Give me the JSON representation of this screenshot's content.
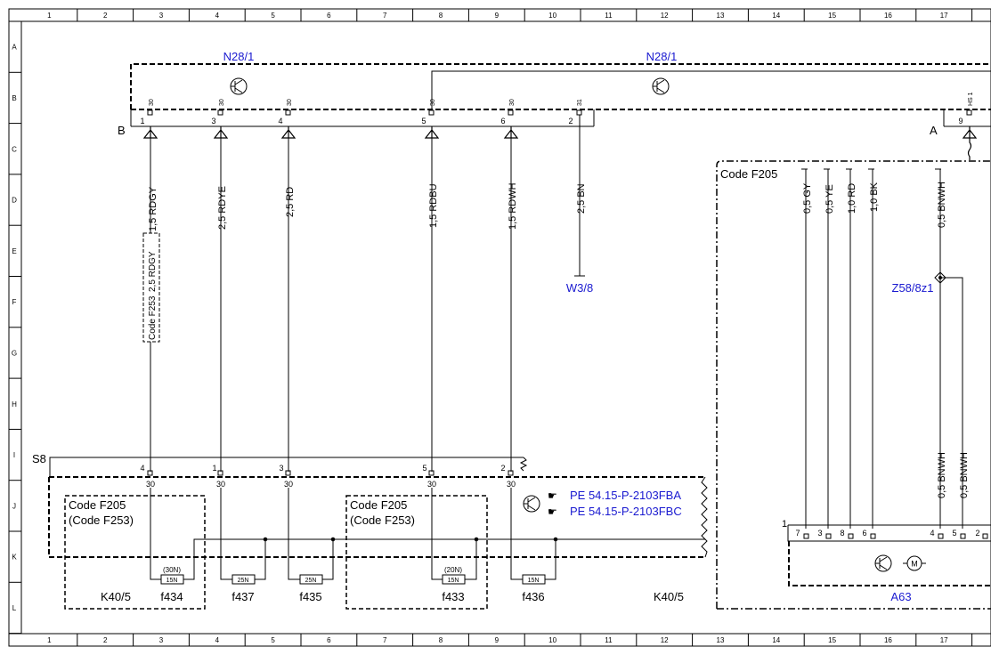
{
  "grid": {
    "columns": [
      "1",
      "2",
      "3",
      "4",
      "5",
      "6",
      "7",
      "8",
      "9",
      "10",
      "11",
      "12",
      "13",
      "14",
      "15",
      "16",
      "17"
    ],
    "rows": [
      "A",
      "B",
      "C",
      "D",
      "E",
      "F",
      "G",
      "H",
      "I",
      "J",
      "K",
      "L"
    ]
  },
  "modules": {
    "n28_left": "N28/1",
    "n28_right": "N28/1",
    "connector_b": "B",
    "connector_a": "A",
    "s8": "S8",
    "k40_left": "K40/5",
    "k40_right": "K40/5",
    "a63": "A63",
    "w3_8": "W3/8",
    "z58": "Z58/8z1",
    "code_f205": "Code F205",
    "code_f253_dashed": "Code F253",
    "pin1_label": "1"
  },
  "connector_b_pins": [
    {
      "pin": "1",
      "terminal": "30"
    },
    {
      "pin": "3",
      "terminal": "30"
    },
    {
      "pin": "4",
      "terminal": "30"
    },
    {
      "pin": "5",
      "terminal": "30"
    },
    {
      "pin": "6",
      "terminal": "30"
    },
    {
      "pin": "2",
      "terminal": "31"
    }
  ],
  "connector_a_pin": {
    "pin": "9",
    "terminal": "HS 1"
  },
  "wires": [
    "1,5 RDGY",
    "2,5 RDYE",
    "2,5 RD",
    "1,5 RDBU",
    "1,5 RDWH",
    "2,5 BN"
  ],
  "wire_alt": "2,5 RDGY",
  "right_wires": [
    "0,5 GY",
    "0,5 YE",
    "1,0 RD",
    "1,0 BK",
    "0,5 BNWH"
  ],
  "lower_wires": [
    "0,5 BNWH",
    "0,5 BNWH"
  ],
  "s8_pins": [
    {
      "pin": "4",
      "terminal": "30"
    },
    {
      "pin": "1",
      "terminal": "30"
    },
    {
      "pin": "3",
      "terminal": "30"
    },
    {
      "pin": "5",
      "terminal": "30"
    },
    {
      "pin": "2",
      "terminal": "30"
    }
  ],
  "code_boxes": [
    {
      "line1": "Code F205",
      "line2": "(Code F253)"
    },
    {
      "line1": "Code F205",
      "line2": "(Code F253)"
    }
  ],
  "fuses": [
    {
      "name": "f434",
      "rating": "15N",
      "alt": "(30N)"
    },
    {
      "name": "f437",
      "rating": "25N",
      "alt": ""
    },
    {
      "name": "f435",
      "rating": "25N",
      "alt": ""
    },
    {
      "name": "f433",
      "rating": "15N",
      "alt": "(20N)"
    },
    {
      "name": "f436",
      "rating": "15N",
      "alt": ""
    }
  ],
  "references": [
    "PE 54.15-P-2103FBA",
    "PE 54.15-P-2103FBC"
  ],
  "a63_pins": [
    "7",
    "3",
    "8",
    "6",
    "4",
    "5",
    "2"
  ]
}
